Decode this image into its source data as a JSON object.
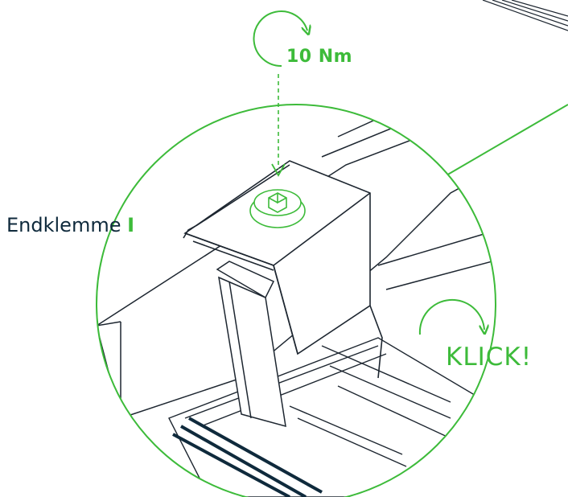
{
  "colors": {
    "accent": "#3dbb3a",
    "text": "#0f2a3c",
    "line": "#1d2630",
    "fill": "#ffffff"
  },
  "icons": [
    "rotation-arrow-icon",
    "screw-head-icon"
  ],
  "labels": {
    "torque": "10 Nm",
    "part_name": "Endklemme",
    "part_marker": "I",
    "click": "KLICK!"
  }
}
